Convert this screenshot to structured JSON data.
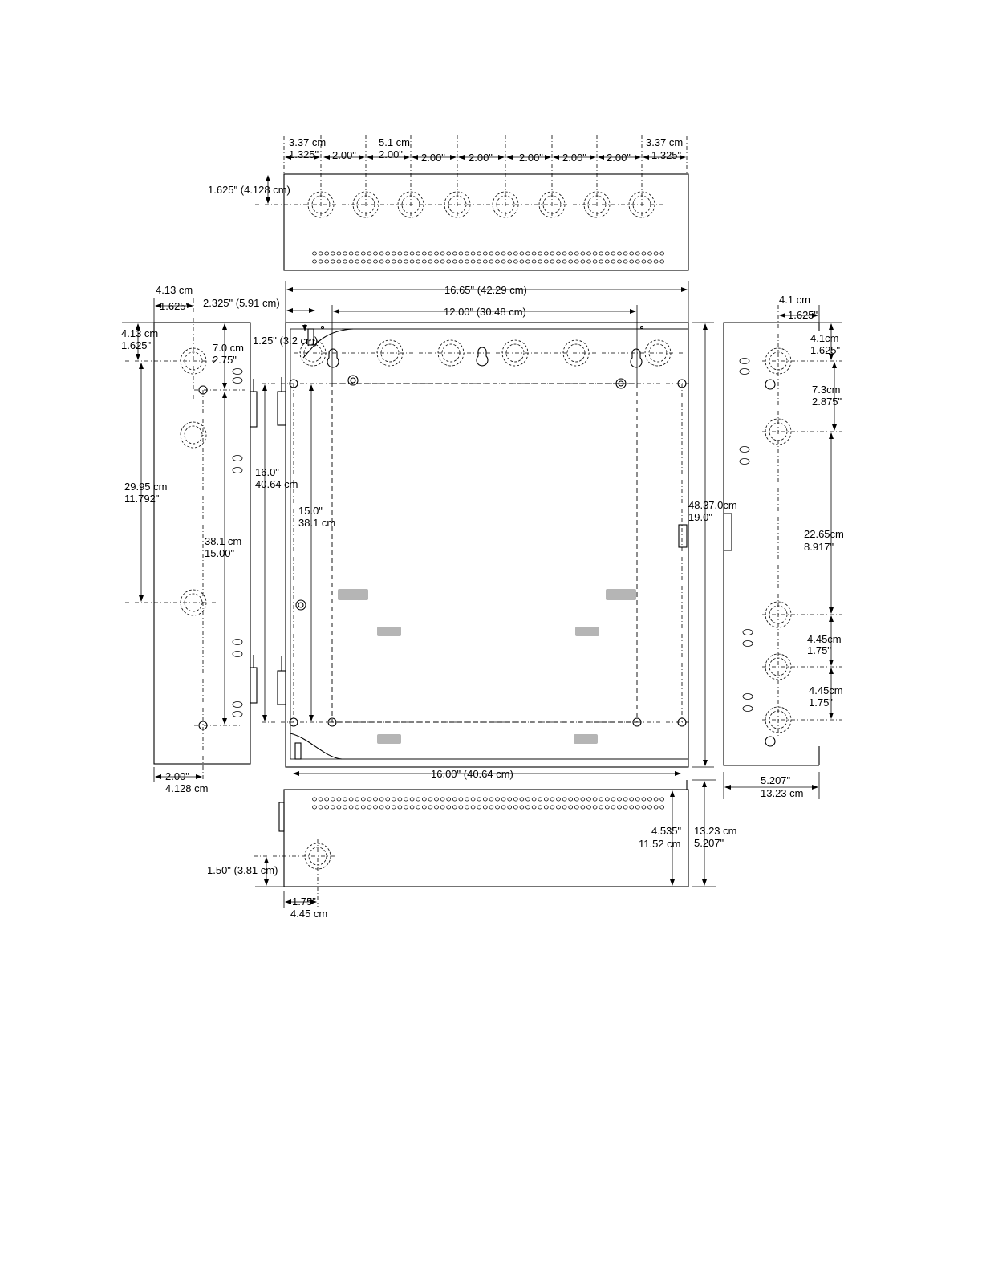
{
  "labels": {
    "top_337_left": "3.37 cm",
    "top_1325_left": "1.325\"",
    "top_51cm": "5.1 cm",
    "top_200_a": "2.00\"",
    "top_200_b": "2.00\"",
    "top_200_c": "2.00\"",
    "top_200_d": "2.00\"",
    "top_200_e": "2.00\"",
    "top_200_f": "2.00\"",
    "top_200_g": "2.00\"",
    "top_337_right": "3.37 cm",
    "top_1325_right": "1.325\"",
    "top_1625": "1.625\" (4.128 cm)",
    "front_1665": "16.65\" (42.29 cm)",
    "front_1200": "12.00\" (30.48 cm)",
    "front_2325": "2.325\" (5.91 cm)",
    "front_125": "1.25\" (3.2 cm)",
    "front_160": "16.0\"",
    "front_4064": "40.64 cm",
    "front_150": "15.0\"",
    "front_381": "38.1 cm",
    "front_4837": "48.37.0cm",
    "front_190": "19.0\"",
    "front_1600": "16.00\" (40.64 cm)",
    "left_413_top": "4.13  cm",
    "left_1625_top": "1.625\"",
    "left_413_b": "4.13 cm",
    "left_1625_b": "1.625\"",
    "left_70": "7.0 cm",
    "left_275": "2.75\"",
    "left_2995": "29.95 cm",
    "left_11792": "11.792\"",
    "left_381": "38.1 cm",
    "left_1500": "15.00\"",
    "left_200": "2.00\"",
    "left_4128": "4.128  cm",
    "right_41": "4.1 cm",
    "right_1625": "1.625\"",
    "right_41cm": "4.1cm",
    "right_1625_b": "1.625\"",
    "right_73": "7.3cm",
    "right_2875": "2.875\"",
    "right_2265": "22.65cm",
    "right_8917": "8.917\"",
    "right_445_a": "4.45cm",
    "right_175_a": "1.75\"",
    "right_445_b": "4.45cm",
    "right_175_b": "1.75\"",
    "right_5207": "5.207\"",
    "right_1323": "13.23 cm",
    "bottom_4535": "4.535\"",
    "bottom_1152": "11.52 cm",
    "bottom_1323": "13.23 cm",
    "bottom_5207": "5.207\"",
    "bottom_150": "1.50\" (3.81 cm)",
    "bottom_175": "1.75\"",
    "bottom_445": "4.45 cm"
  }
}
